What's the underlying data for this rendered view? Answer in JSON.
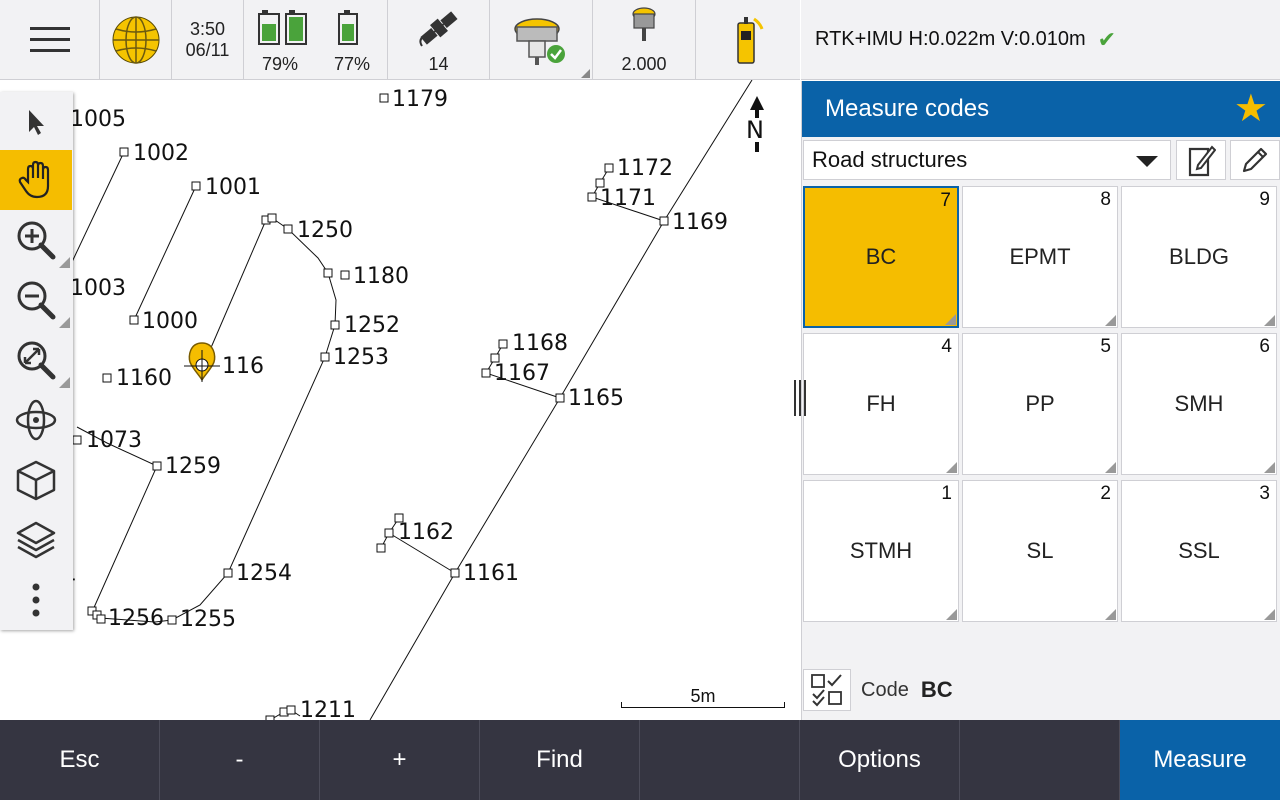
{
  "status": {
    "time": "3:50",
    "date": "06/11",
    "battery1": "79%",
    "battery2": "77%",
    "satellites": "14",
    "antenna_height": "2.000"
  },
  "precision": {
    "text": "RTK+IMU H:0.022m V:0.010m"
  },
  "map": {
    "north_label": "N",
    "scale_label": "5m",
    "points": [
      "1005",
      "1002",
      "1001",
      "1003",
      "1000",
      "1160",
      "116",
      "1073",
      "1259",
      "1256",
      "1255",
      "1254",
      "1250",
      "1180",
      "1252",
      "1253",
      "1179",
      "1172",
      "1171",
      "1169",
      "1168",
      "1167",
      "1165",
      "1162",
      "1161",
      "1211"
    ]
  },
  "panel": {
    "title": "Measure codes",
    "group": "Road structures",
    "codes": [
      {
        "label": "BC",
        "num": "7"
      },
      {
        "label": "EPMT",
        "num": "8"
      },
      {
        "label": "BLDG",
        "num": "9"
      },
      {
        "label": "FH",
        "num": "4"
      },
      {
        "label": "PP",
        "num": "5"
      },
      {
        "label": "SMH",
        "num": "6"
      },
      {
        "label": "STMH",
        "num": "1"
      },
      {
        "label": "SL",
        "num": "2"
      },
      {
        "label": "SSL",
        "num": "3"
      }
    ],
    "code_label": "Code",
    "code_value": "BC"
  },
  "softkeys": [
    "Esc",
    "-",
    "+",
    "Find",
    "",
    "Options",
    "",
    "Measure"
  ],
  "colors": {
    "accent": "#0a62a8",
    "highlight": "#f5bd00",
    "softkey_bg": "#353541"
  }
}
